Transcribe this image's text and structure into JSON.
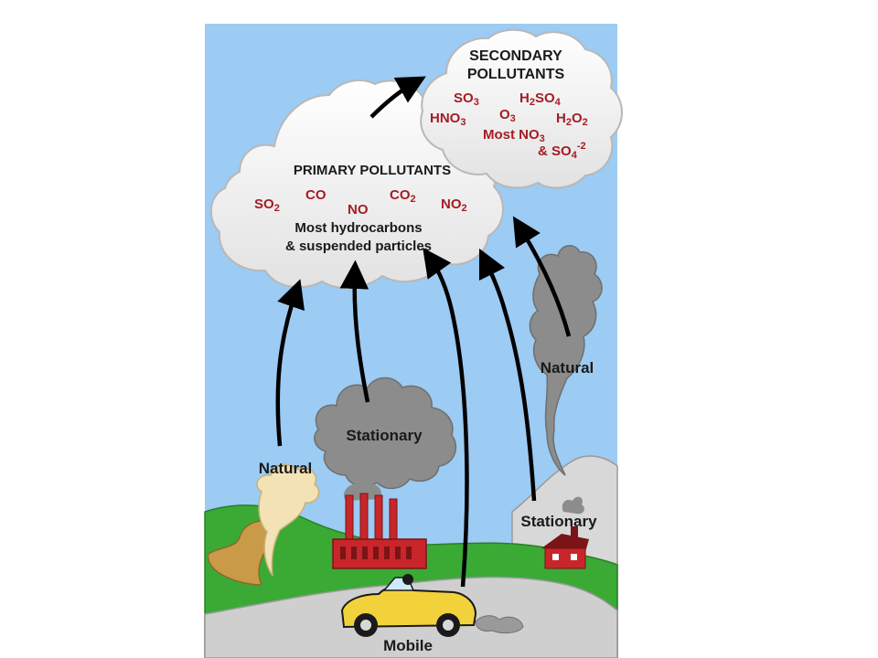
{
  "secondary": {
    "title_line1": "SECONDARY",
    "title_line2": "POLLUTANTS",
    "so3": {
      "base": "SO",
      "sub": "3"
    },
    "h2so4": {
      "pre": "H",
      "sub1": "2",
      "mid": "SO",
      "sub2": "4"
    },
    "hno3": {
      "base": "HNO",
      "sub": "3"
    },
    "o3": {
      "base": "O",
      "sub": "3"
    },
    "h2o2": {
      "pre": "H",
      "sub1": "2",
      "mid": "O",
      "sub2": "2"
    },
    "most_no3": {
      "base": "Most NO",
      "sub": "3"
    },
    "so4": {
      "base": "& SO",
      "sub": "4",
      "sup": "-2"
    }
  },
  "primary": {
    "title": "PRIMARY POLLUTANTS",
    "so2": {
      "base": "SO",
      "sub": "2"
    },
    "co": "CO",
    "no": "NO",
    "co2": {
      "base": "CO",
      "sub": "2"
    },
    "no2": {
      "base": "NO",
      "sub": "2"
    },
    "line1": "Most hydrocarbons",
    "line2": "& suspended particles"
  },
  "sources": {
    "natural_left": "Natural",
    "stationary_center": "Stationary",
    "natural_right": "Natural",
    "stationary_right": "Stationary",
    "mobile": "Mobile"
  },
  "colors": {
    "sky": "#9ccbf3",
    "cloud": "#f4f4f4",
    "pollutant_red": "#a51c24",
    "smoke": "#8c8c8c",
    "grass": "#3aaa35",
    "factory": "#c8262b",
    "car": "#f2d23a"
  }
}
